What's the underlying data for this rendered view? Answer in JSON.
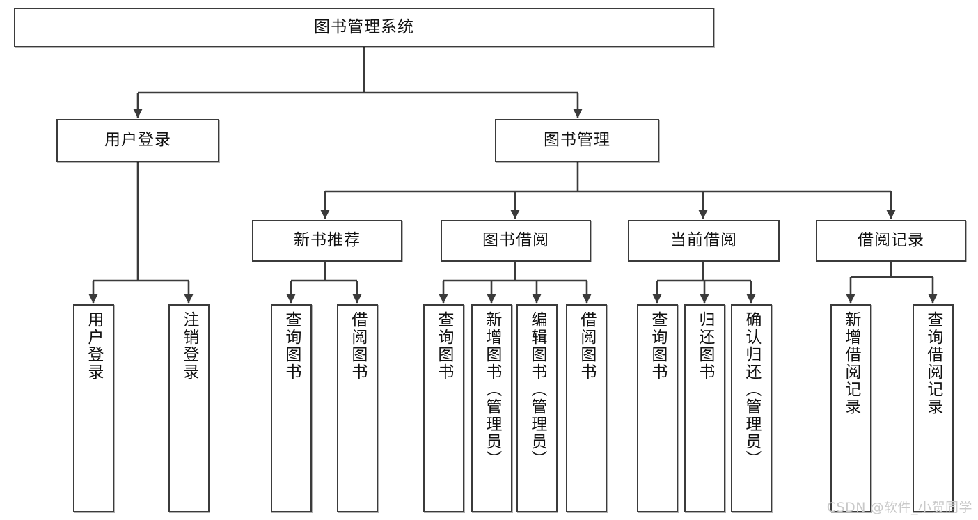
{
  "diagram": {
    "title": "图书管理系统",
    "type": "tree-hierarchy-diagram",
    "watermark": "CSDN @软件_小贺同学",
    "colors": {
      "node_border": "#3b3b3b",
      "node_fill": "#ffffff",
      "edge": "#3b3b3b",
      "text": "#111111",
      "watermark": "#c9c9c9"
    },
    "levels": {
      "root": {
        "label": "图书管理系统"
      },
      "level2": [
        {
          "id": "user-login",
          "label": "用户登录"
        },
        {
          "id": "book-management",
          "label": "图书管理"
        }
      ],
      "level3": [
        {
          "id": "new-book-recommend",
          "label": "新书推荐",
          "parent": "book-management"
        },
        {
          "id": "book-borrow",
          "label": "图书借阅",
          "parent": "book-management"
        },
        {
          "id": "current-borrow",
          "label": "当前借阅",
          "parent": "book-management"
        },
        {
          "id": "borrow-record",
          "label": "借阅记录",
          "parent": "book-management"
        }
      ],
      "leaves": [
        {
          "id": "leaf-user-login",
          "label": "用户登录",
          "parent": "user-login"
        },
        {
          "id": "leaf-logout",
          "label": "注销登录",
          "parent": "user-login"
        },
        {
          "id": "leaf-query-book-1",
          "label": "查询图书",
          "parent": "new-book-recommend"
        },
        {
          "id": "leaf-borrow-book-1",
          "label": "借阅图书",
          "parent": "new-book-recommend"
        },
        {
          "id": "leaf-query-book-2",
          "label": "查询图书",
          "parent": "book-borrow"
        },
        {
          "id": "leaf-add-book",
          "label": "新增图书（管理员）",
          "parent": "book-borrow"
        },
        {
          "id": "leaf-edit-book",
          "label": "编辑图书（管理员）",
          "parent": "book-borrow"
        },
        {
          "id": "leaf-borrow-book-2",
          "label": "借阅图书",
          "parent": "book-borrow"
        },
        {
          "id": "leaf-query-book-3",
          "label": "查询图书",
          "parent": "current-borrow"
        },
        {
          "id": "leaf-return-book",
          "label": "归还图书",
          "parent": "current-borrow"
        },
        {
          "id": "leaf-confirm-return",
          "label": "确认归还（管理员）",
          "parent": "current-borrow"
        },
        {
          "id": "leaf-add-record",
          "label": "新增借阅记录",
          "parent": "borrow-record"
        },
        {
          "id": "leaf-query-record",
          "label": "查询借阅记录",
          "parent": "borrow-record"
        }
      ]
    }
  }
}
